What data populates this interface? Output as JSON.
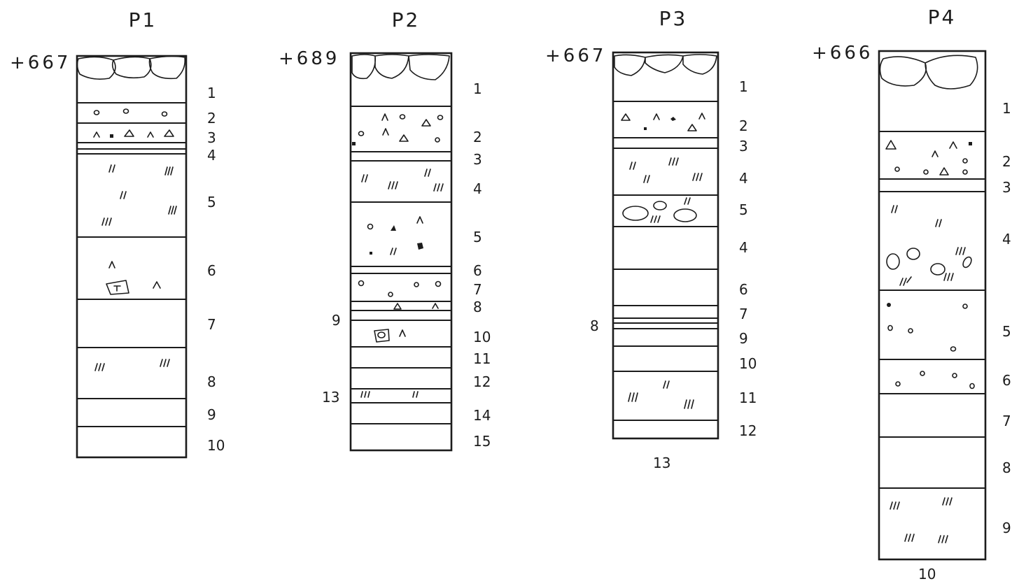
{
  "profiles": [
    {
      "name": "P1",
      "elevation": "+667",
      "layers": [
        "1",
        "2",
        "3",
        "4",
        "5",
        "6",
        "7",
        "8",
        "9",
        "10"
      ]
    },
    {
      "name": "P2",
      "elevation": "+689",
      "layers": [
        "1",
        "2",
        "3",
        "4",
        "5",
        "6",
        "7",
        "8",
        "9",
        "10",
        "11",
        "12",
        "13",
        "14",
        "15"
      ]
    },
    {
      "name": "P3",
      "elevation": "+667",
      "layers": [
        "1",
        "2",
        "3",
        "4",
        "5",
        "4",
        "6",
        "7",
        "8",
        "9",
        "10",
        "11",
        "12",
        "13"
      ]
    },
    {
      "name": "P4",
      "elevation": "+666",
      "layers": [
        "1",
        "2",
        "3",
        "4",
        "5",
        "6",
        "7",
        "8",
        "9",
        "10"
      ]
    }
  ]
}
